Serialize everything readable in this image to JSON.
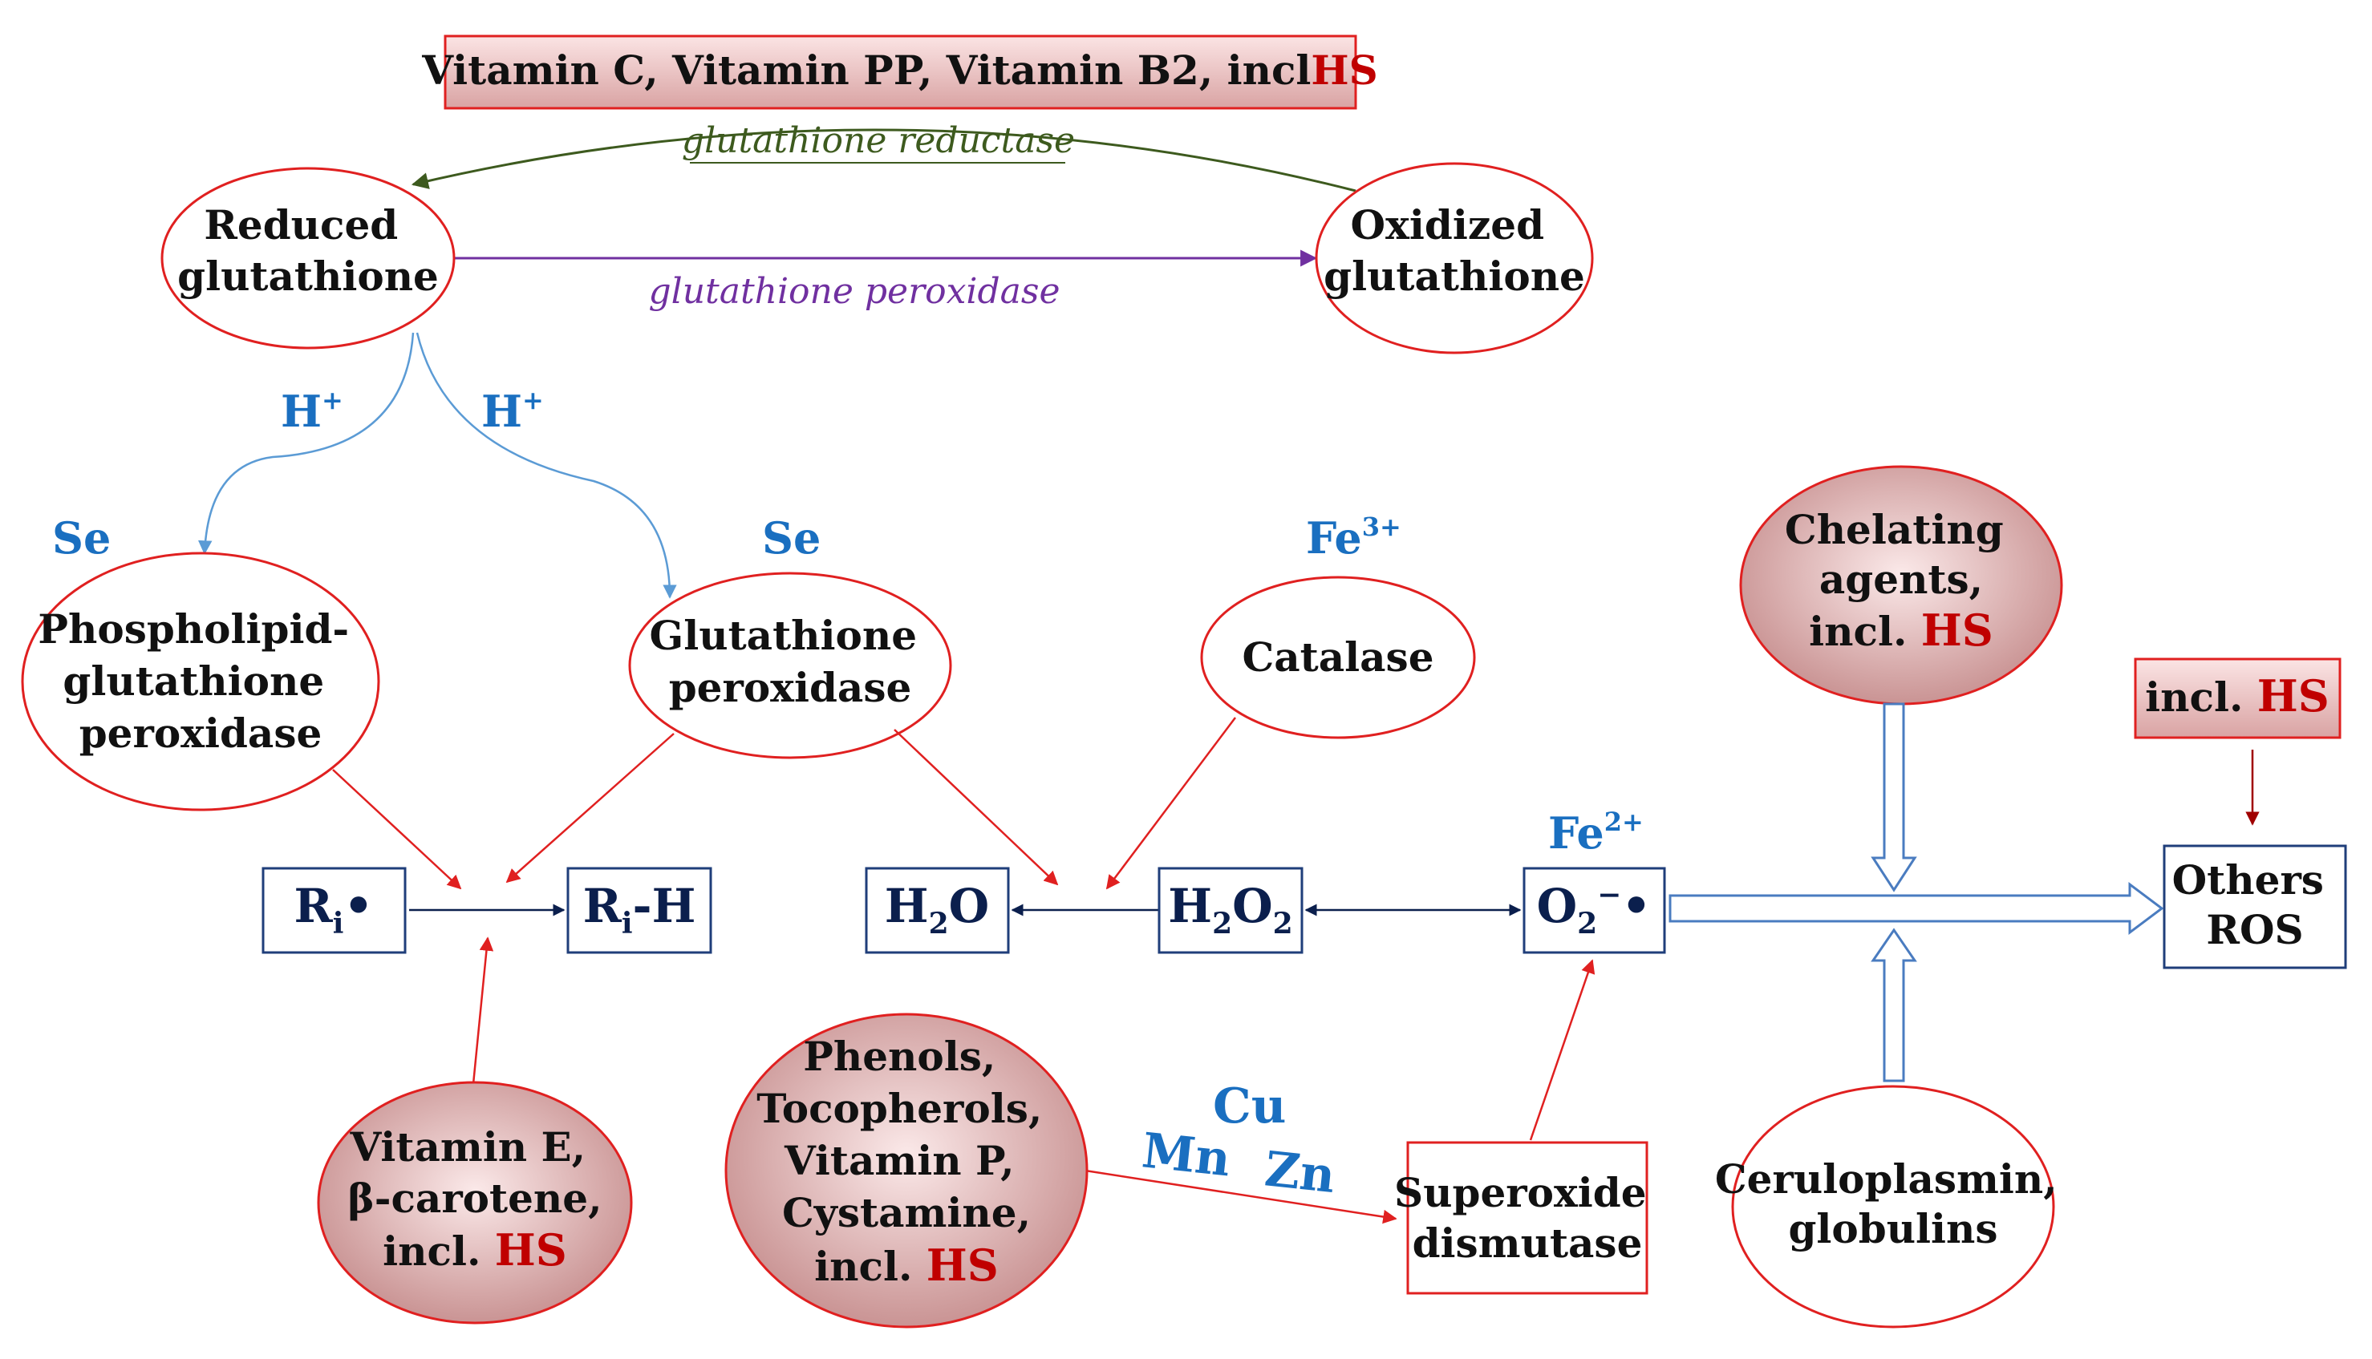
{
  "colors": {
    "accent_red": "#c00000",
    "ellipse_stroke": "#e02020",
    "arrow_red": "#e02020",
    "blue_label": "#1a6fc0",
    "navy_box": "#1f3e7a",
    "green_enzyme": "#3d5a1e",
    "purple_enzyme": "#7030a0",
    "shaded_fill_dark": "#c58c8c",
    "shaded_fill_light": "#fbe9e9"
  },
  "top_box": {
    "text": "Vitamin C, Vitamin PP, Vitamin B2, incl",
    "hs": "HS"
  },
  "enzymes": {
    "reductase": "glutathione reductase",
    "peroxidase": "glutathione peroxidase"
  },
  "nodes": {
    "reduced": [
      "Reduced",
      "glutathione"
    ],
    "oxidized": [
      "Oxidized",
      "glutathione"
    ],
    "phospholipid": [
      "Phospholipid-",
      "glutathione",
      "peroxidase"
    ],
    "glut_perox": [
      "Glutathione",
      "peroxidase"
    ],
    "catalase": "Catalase",
    "chelating": {
      "lines": [
        "Chelating",
        "agents,",
        "incl. "
      ],
      "hs": "HS"
    },
    "vitamin_e": {
      "lines": [
        "Vitamin E,",
        "β-carotene,",
        "incl. "
      ],
      "hs": "HS"
    },
    "phenols": {
      "lines": [
        "Phenols,",
        "Tocopherols,",
        "Vitamin P,",
        "Cystamine,",
        "incl. "
      ],
      "hs": "HS"
    },
    "ceruloplasmin": [
      "Ceruloplasmin,",
      "globulins"
    ],
    "sod": [
      "Superoxide",
      "dismutase"
    ],
    "others_incl": {
      "text": "incl. ",
      "hs": "HS"
    },
    "others_ros": [
      "Others",
      "ROS"
    ]
  },
  "labels": {
    "h_plus_left": {
      "base": "H",
      "sup": "+"
    },
    "h_plus_right": {
      "base": "H",
      "sup": "+"
    },
    "se_left": "Se",
    "se_right": "Se",
    "fe3": {
      "base": "Fe",
      "sup": "3+"
    },
    "fe2": {
      "base": "Fe",
      "sup": "2+"
    },
    "cu": "Cu",
    "mn": "Mn",
    "zn": "Zn"
  },
  "species": {
    "ri_radical": {
      "base": "R",
      "sub": "i",
      "tail": "•"
    },
    "ri_h": {
      "base": "R",
      "sub": "i",
      "tail": "-H"
    },
    "h2o": {
      "a": "H",
      "sub": "2",
      "b": "O"
    },
    "h2o2": {
      "a": "H",
      "sub1": "2",
      "b": "O",
      "sub2": "2"
    },
    "superoxide": {
      "a": "O",
      "sub": "2",
      "sup": "−",
      "tail": "•"
    }
  }
}
